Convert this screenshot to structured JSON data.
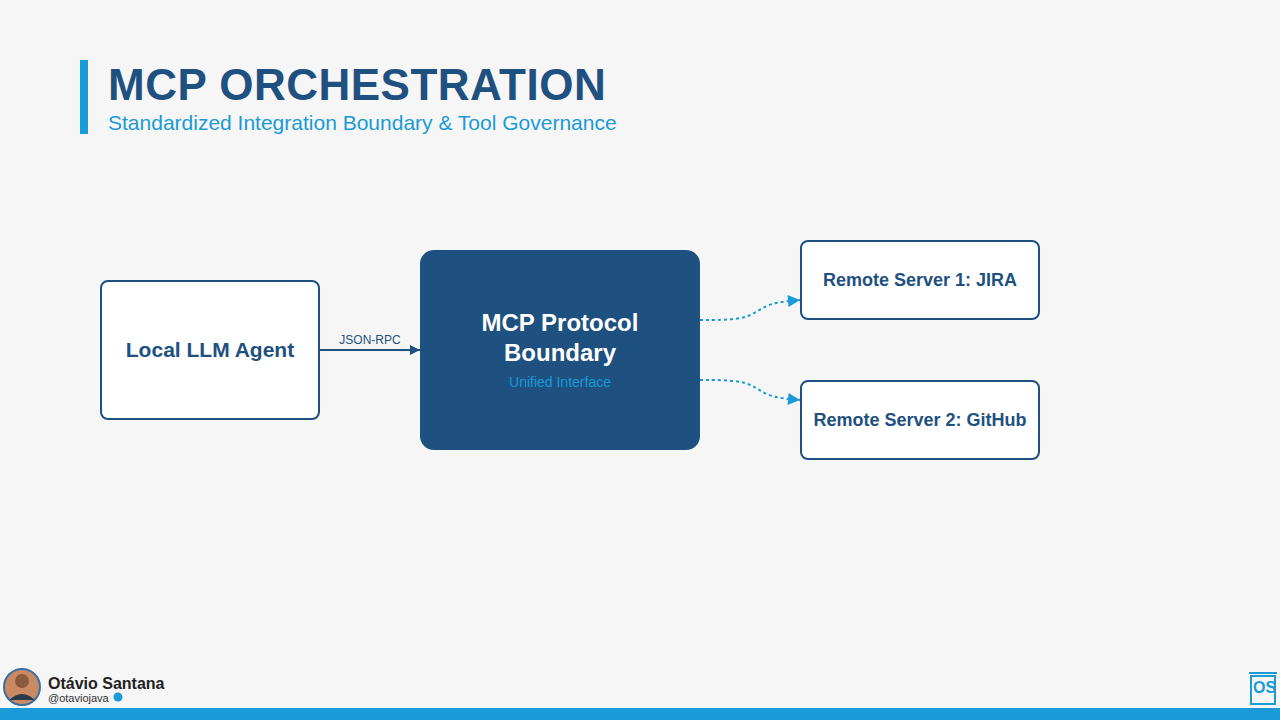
{
  "diagram": {
    "title": "MCP ORCHESTRATION",
    "nodes": [
      {
        "text": [
          "Local LLM Agent"
        ]
      },
      {
        "text": [
          "MCP Protocol Boundary",
          "Unified Interface"
        ]
      },
      {
        "text": [
          "Remote Server 1: JIRA"
        ]
      },
      {
        "text": [
          "Remote Server 2: GitHub"
        ]
      }
    ],
    "edges": [
      {
        "from": 0,
        "to": 1,
        "label": "JSON-RPC",
        "arrow": "to"
      },
      {
        "from": 1,
        "to": 2,
        "arrow": "to"
      },
      {
        "from": 1,
        "to": 3,
        "arrow": "to"
      }
    ],
    "labels": [
      "Standardized Integration Boundary & Tool Governance",
      "Otávio Santana",
      "@otaviojava",
      "OS"
    ]
  }
}
